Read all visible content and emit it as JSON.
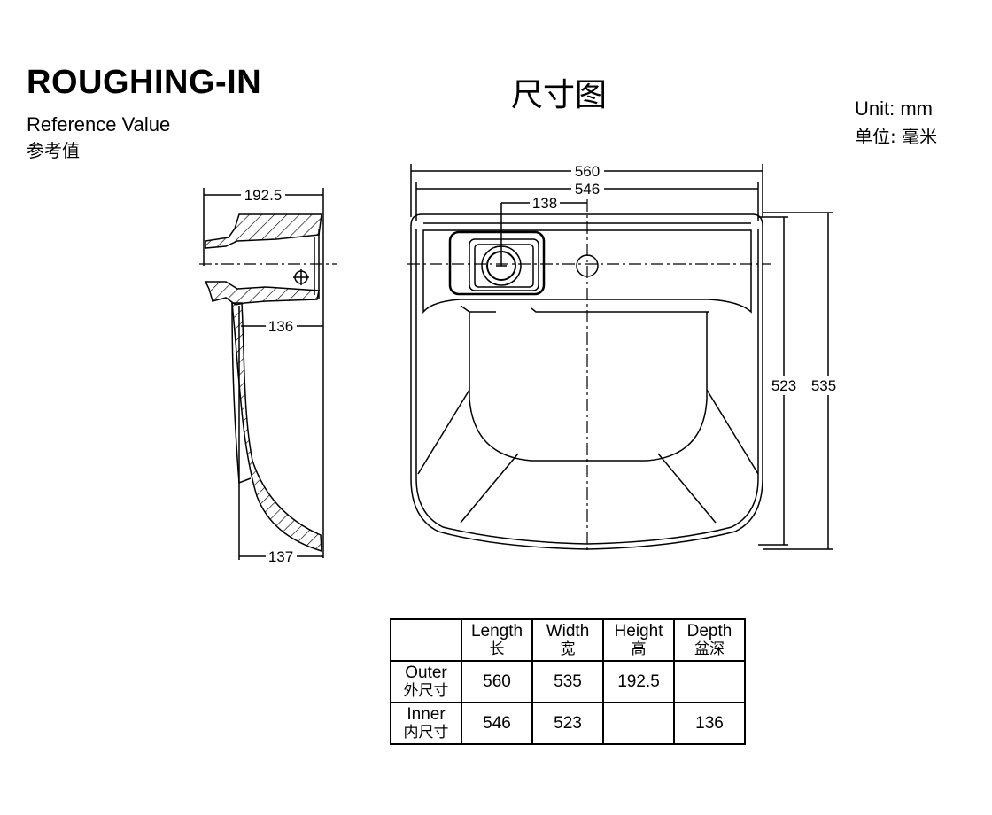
{
  "header": {
    "title": "ROUGHING-IN",
    "title_cn": "尺寸图",
    "reference": "Reference Value",
    "reference_cn": "参考值",
    "unit": "Unit: mm",
    "unit_cn": "单位: 毫米"
  },
  "side_view": {
    "height_dim": "192.5",
    "depth_dim": "136",
    "bottom_dim": "137"
  },
  "front_view": {
    "outer_length": "560",
    "inner_length": "546",
    "drain_offset": "138",
    "inner_width": "523",
    "outer_width": "535"
  },
  "table": {
    "headers": [
      {
        "en": "Length",
        "cn": "长"
      },
      {
        "en": "Width",
        "cn": "宽"
      },
      {
        "en": "Height",
        "cn": "高"
      },
      {
        "en": "Depth",
        "cn": "盆深"
      }
    ],
    "rows": [
      {
        "en": "Outer",
        "cn": "外尺寸",
        "values": [
          "560",
          "535",
          "192.5",
          ""
        ]
      },
      {
        "en": "Inner",
        "cn": "内尺寸",
        "values": [
          "546",
          "523",
          "",
          "136"
        ]
      }
    ]
  }
}
